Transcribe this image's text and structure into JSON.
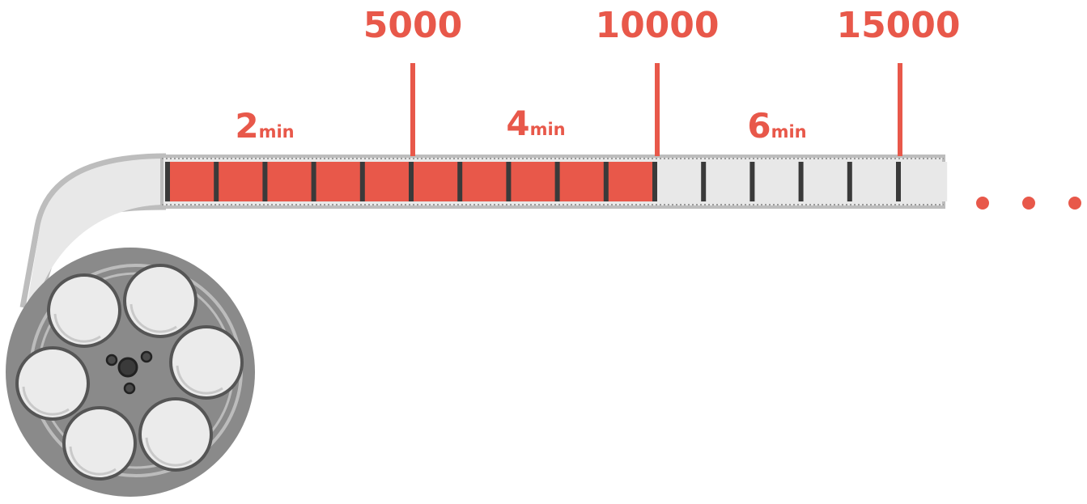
{
  "colors": {
    "accent": "#e8584a",
    "film_base": "#e8e8e8",
    "film_edge": "#bdbdbd",
    "frame_divider": "#3a3a3a",
    "reel": "#8a8a8a",
    "reel_dark": "#555555",
    "reel_hole": "#ebebeb"
  },
  "markers": [
    {
      "label": "5000"
    },
    {
      "label": "10000"
    },
    {
      "label": "15000"
    }
  ],
  "durations": [
    {
      "number": "2",
      "unit": "min"
    },
    {
      "number": "4",
      "unit": "min"
    },
    {
      "number": "6",
      "unit": "min"
    }
  ],
  "film": {
    "filled_frames": 10,
    "total_frames": 16
  },
  "continuation": {
    "dot_count": 3
  },
  "icons": [
    "film-reel-icon",
    "film-strip-icon",
    "ellipsis-icon"
  ]
}
